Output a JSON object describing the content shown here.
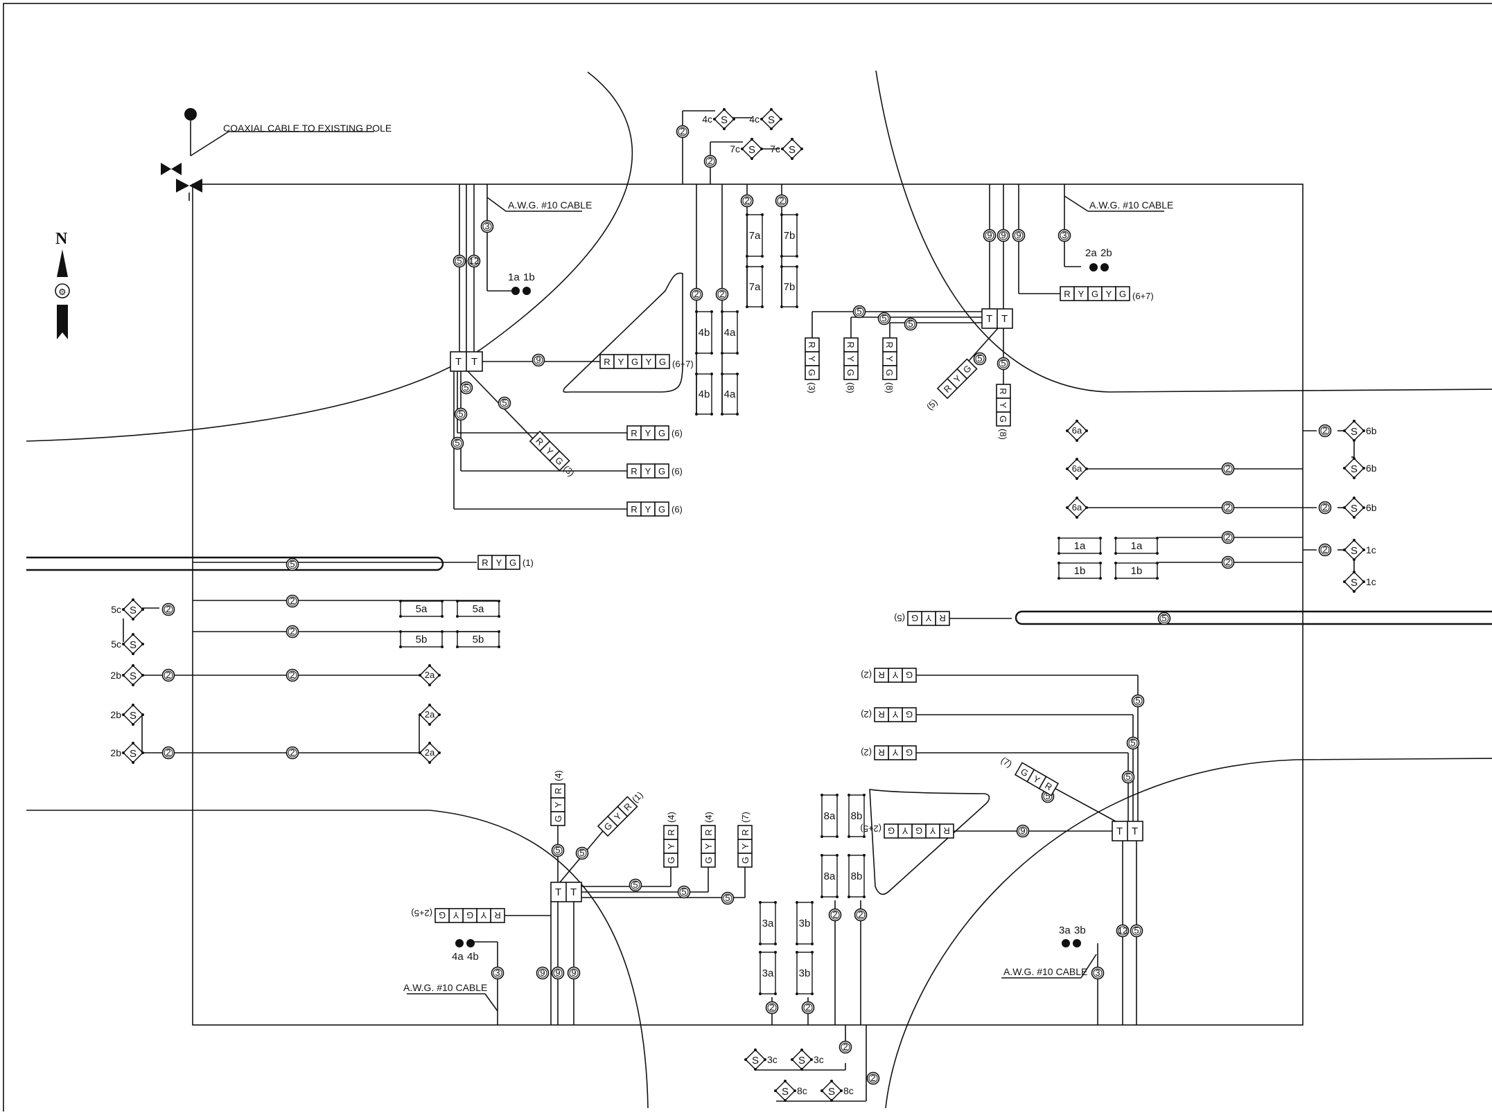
{
  "pole_note": "COAXIAL CABLE TO EXISTING POLE",
  "awg_note": "A.W.G. #10 CABLE",
  "north_label": "N",
  "cable_counts": {
    "c2": "2",
    "c3": "3",
    "c5": "5",
    "c9": "9",
    "c12": "12"
  },
  "signal_heads": {
    "rygy_g": [
      "R",
      "Y",
      "G",
      "Y",
      "G"
    ],
    "ryg": [
      "R",
      "Y",
      "G"
    ],
    "gyr": [
      "G",
      "Y",
      "R"
    ],
    "ry_g": [
      "R",
      "Y",
      "G"
    ],
    "gy_r": [
      "G",
      "Y",
      "R"
    ]
  },
  "head_phase_labels": {
    "nw_main": "(6+7)",
    "nw_6a": "(6)",
    "nw_6b": "(6)",
    "nw_6c": "(6)",
    "nw_diag": "(3)",
    "w_flash": "(1)",
    "ne_3": "(3)",
    "ne_8a": "(8)",
    "ne_8b": "(8)",
    "ne_diag": "(5)",
    "ne_8c": "(8)",
    "ne_main": "(6+7)",
    "e_flash": "(5)",
    "se_2a": "(2)",
    "se_2b": "(2)",
    "se_2c": "(2)",
    "se_diag": "(7)",
    "se_main": "(2+5)",
    "sw_4a": "(4)",
    "sw_4b": "(4)",
    "sw_4c": "(4)",
    "sw_7": "(7)",
    "sw_diag": "(1)",
    "sw_main": "(2+5)"
  },
  "pushbuttons": {
    "p1a1b": [
      "1a",
      "1b"
    ],
    "p2a2b": [
      "2a",
      "2b"
    ],
    "p3a3b": [
      "3a",
      "3b"
    ],
    "p4a4b": [
      "4a",
      "4b"
    ]
  },
  "detector_labels": {
    "d4a": "4a",
    "d4b": "4b",
    "d7a": "7a",
    "d7b": "7b",
    "d1a": "1a",
    "d1b": "1b",
    "d5a": "5a",
    "d5b": "5b",
    "d3a": "3a",
    "d3b": "3b",
    "d8a": "8a",
    "d8b": "8b"
  },
  "sensor_labels": {
    "s4c": "4c",
    "s7c": "7c",
    "s6b": "6b",
    "s6a": "6a",
    "s1c": "1c",
    "s5c": "5c",
    "s2b": "2b",
    "s2a": "2a",
    "s3c": "3c",
    "s8c": "8c"
  },
  "controller_label": "T",
  "sensor_symbol": "S"
}
